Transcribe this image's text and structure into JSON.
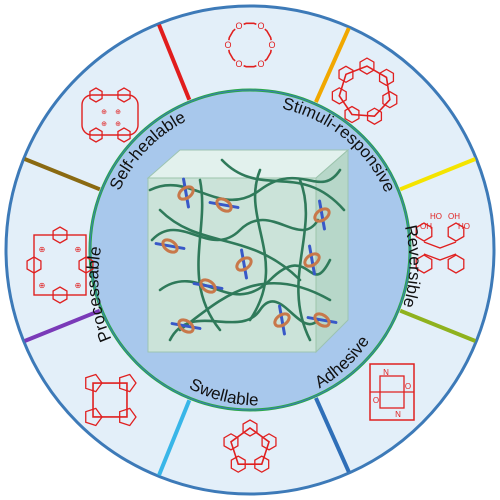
{
  "colors": {
    "outer_ring_fill": "#e3eff9",
    "outer_ring_stroke": "#3d7ab8",
    "inner_ring_fill": "#a8c8ec",
    "inner_ring_stroke": "#2aa84a",
    "center_circle_fill": "#ffffff",
    "cube_front": "#cfe7d8",
    "cube_top": "#e9f6ee",
    "cube_side": "#b9d9c6",
    "polymer_chain": "#2f7a5a",
    "molecule_red": "#e02020",
    "ring_macrocycle": "#c8784a",
    "axle_blue": "#3858c8"
  },
  "properties": [
    {
      "label": "Self-healable"
    },
    {
      "label": "Stimuli-responsive"
    },
    {
      "label": "Reversible"
    },
    {
      "label": "Adhesive"
    },
    {
      "label": "Swellable"
    },
    {
      "label": "Processable"
    }
  ],
  "molecules": [
    {
      "name": "crown-ether",
      "atom_labels": [
        "O",
        "O",
        "O",
        "O",
        "O",
        "O"
      ]
    },
    {
      "name": "cyclodextrin",
      "atom_labels": []
    },
    {
      "name": "calixarene",
      "atom_labels": [
        "HO",
        "OH",
        "OH",
        "HO"
      ]
    },
    {
      "name": "cucurbituril",
      "atom_labels": [
        "N",
        "N",
        "O",
        "O"
      ]
    },
    {
      "name": "pillararene",
      "atom_labels": []
    },
    {
      "name": "porphyrin-macrocycle",
      "atom_labels": []
    },
    {
      "name": "pyridinium-cyclophane",
      "atom_labels": [
        "⊕",
        "⊕",
        "⊕",
        "⊕"
      ]
    },
    {
      "name": "cyclobis-paraquat",
      "atom_labels": [
        "⊕",
        "⊕",
        "⊕",
        "⊕"
      ]
    }
  ],
  "divider_colors": [
    "#e11d1d",
    "#f1a800",
    "#f4e400",
    "#8fb21e",
    "#2f6fb8",
    "#39b6e8",
    "#7a3ab8",
    "#8a6a12"
  ]
}
